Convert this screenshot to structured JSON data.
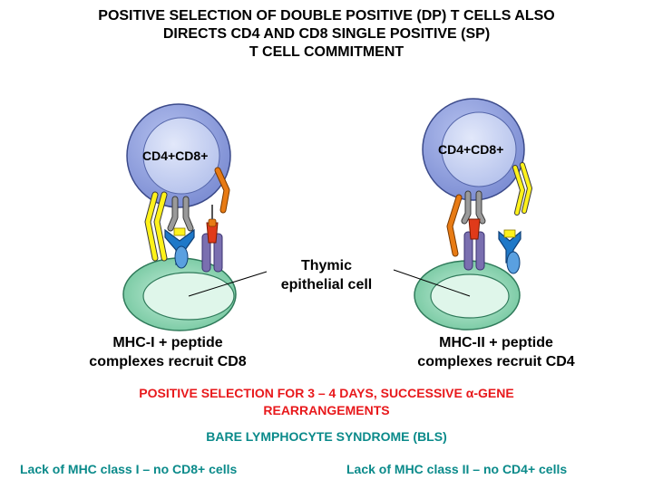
{
  "title": {
    "line1": "POSITIVE SELECTION OF DOUBLE POSITIVE (DP) T CELLS ALSO",
    "line2": "DIRECTS CD4 AND CD8 SINGLE POSITIVE (SP)",
    "line3": "T CELL COMMITMENT"
  },
  "left_cell": {
    "label": "CD4+CD8+"
  },
  "right_cell": {
    "label": "CD4+CD8+"
  },
  "epithelial_label": {
    "line1": "Thymic",
    "line2": "epithelial cell"
  },
  "left_caption": {
    "line1": "MHC-I + peptide",
    "line2": "complexes recruit CD8"
  },
  "right_caption": {
    "line1": "MHC-II + peptide",
    "line2": "complexes recruit CD4"
  },
  "positive_selection": {
    "line1": "POSITIVE SELECTION FOR 3 – 4 DAYS, SUCCESSIVE α-GENE",
    "line2": "REARRANGEMENTS"
  },
  "bls": {
    "heading": "BARE LYMPHOCYTE SYNDROME (BLS)",
    "left": "Lack of MHC class I – no CD8+ cells",
    "right": "Lack of MHC class II – no CD4+ cells"
  },
  "colors": {
    "t_cell_outer": "#8f9fdc",
    "t_cell_nucleus": "#c4cff0",
    "epithelial": "#7fd0a8",
    "cd4_orange": "#e87b14",
    "cd8_yellow": "#fff21a",
    "tcr_gray": "#8e8e8e",
    "mhc_purple": "#7a6fb0",
    "peptide_red": "#e03a1a",
    "mhc_blue": "#1e78c8",
    "text_red": "#e8191c",
    "text_teal": "#0a8a8a"
  }
}
